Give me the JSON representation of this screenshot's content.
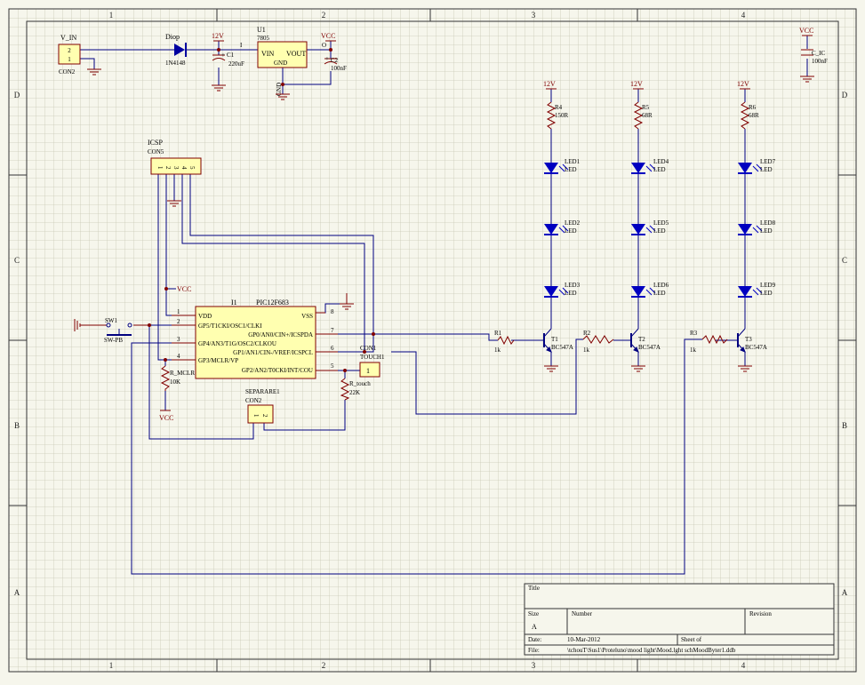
{
  "border": {
    "cols": [
      "1",
      "2",
      "3",
      "4"
    ],
    "rows": [
      "D",
      "C",
      "B",
      "A"
    ]
  },
  "power": {
    "vcc": "VCC",
    "v12": "12V",
    "gnd": "GND"
  },
  "components": {
    "v_in": {
      "ref": "V_IN",
      "value": "CON2",
      "pin1": "1",
      "pin2": "2"
    },
    "diode": {
      "ref": "Diop",
      "value": "1N4148"
    },
    "c1": {
      "ref": "C1",
      "value": "220uF",
      "plus": "+"
    },
    "u1": {
      "ref": "U1",
      "value": "7805",
      "vin": "VIN",
      "vout": "VOUT",
      "gnd": "GND",
      "pin_i": "I",
      "pin_o": "O"
    },
    "c2": {
      "ref": "C2",
      "value": "100nF",
      "plus": "+"
    },
    "c_ic": {
      "ref": "C_IC",
      "value": "100nF"
    },
    "icsp": {
      "ref": "ICSP",
      "value": "CON5",
      "pins": [
        "1",
        "2",
        "3",
        "4",
        "5"
      ]
    },
    "ic": {
      "ref": "I1",
      "value": "PIC12F683",
      "left_pins": [
        {
          "num": "1",
          "label": "VDD"
        },
        {
          "num": "2",
          "label": "GP5/T1CKI/OSC1/CLKI"
        },
        {
          "num": "3",
          "label": "GP4/AN3/T1G/OSC2/CLKOU"
        },
        {
          "num": "4",
          "label": "GP3/MCLR/VP"
        }
      ],
      "right_pins": [
        {
          "num": "8",
          "label": "VSS"
        },
        {
          "num": "7",
          "label": "GP0/AN0/CIN+/ICSPDA"
        },
        {
          "num": "6",
          "label": "GP1/AN1/CIN-/VREF/ICSPCL"
        },
        {
          "num": "5",
          "label": "GP2/AN2/T0CKI/INT/COU"
        }
      ]
    },
    "sw1": {
      "ref": "SW1",
      "value": "SW-PB"
    },
    "r_mclr": {
      "ref": "R_MCLR",
      "value": "10K"
    },
    "separare": {
      "ref": "SEPARARE1",
      "value": "CON2",
      "pins": [
        "1",
        "2"
      ]
    },
    "touch": {
      "ref": "CON1",
      "value": "TOUCH1",
      "pin": "1"
    },
    "r_touch": {
      "ref": "R_touch",
      "value": "22K"
    },
    "r1": {
      "ref": "R1",
      "value": "1k"
    },
    "r2": {
      "ref": "R2",
      "value": "1k"
    },
    "r3": {
      "ref": "R3",
      "value": "1k"
    },
    "t1": {
      "ref": "T1",
      "value": "BC547A"
    },
    "t2": {
      "ref": "T2",
      "value": "BC547A"
    },
    "t3": {
      "ref": "T3",
      "value": "BC547A"
    },
    "ra": {
      "ref": "R4",
      "value": "150R"
    },
    "rb": {
      "ref": "R5",
      "value": "68R"
    },
    "rc": {
      "ref": "R6",
      "value": "68R"
    },
    "leds": [
      {
        "ref": "LED1",
        "value": "LED"
      },
      {
        "ref": "LED2",
        "value": "LED"
      },
      {
        "ref": "LED3",
        "value": "LED"
      },
      {
        "ref": "LED4",
        "value": "LED"
      },
      {
        "ref": "LED5",
        "value": "LED"
      },
      {
        "ref": "LED6",
        "value": "LED"
      },
      {
        "ref": "LED7",
        "value": "LED"
      },
      {
        "ref": "LED8",
        "value": "LED"
      },
      {
        "ref": "LED9",
        "value": "LED"
      }
    ]
  },
  "title_block": {
    "title_label": "Title",
    "size_label": "Size",
    "size_value": "A",
    "number_label": "Number",
    "revision_label": "Revision",
    "date_label": "Date:",
    "date_value": "10-Mar-2012",
    "sheet_label": "Sheet    of",
    "file_label": "File:",
    "file_value": "\\tchouT\\Sus1\\Proteluno\\mood light\\Mood.lght  schMoodByter1.ddb"
  },
  "colors": {
    "wire": "#000080",
    "part": "#800000",
    "body": "#ffffb0",
    "grid": "#c7c7b4",
    "border": "#333333",
    "led": "#0000c0"
  }
}
